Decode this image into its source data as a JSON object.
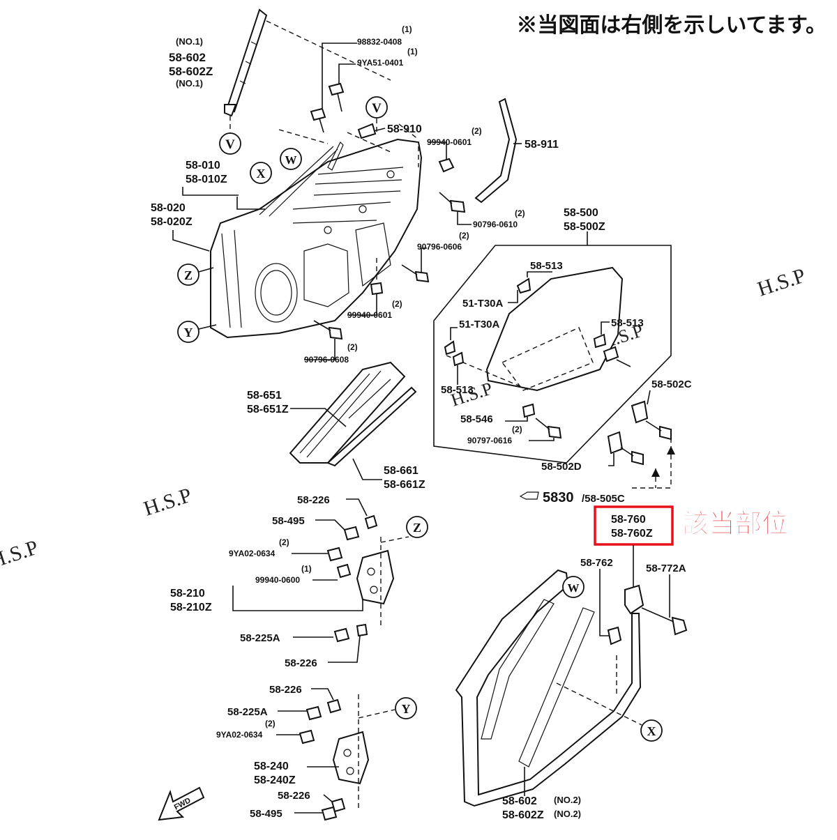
{
  "note": "※当図面は右側を示しいてます。",
  "highlight_label": "該当部位",
  "highlight_color": "#e8101a",
  "watermark": "H.S.P",
  "callout": {
    "code": "5830",
    "suffix": "/58-505C"
  },
  "circles": {
    "v": "V",
    "w": "W",
    "x": "X",
    "y": "Y",
    "z": "Z"
  },
  "parts": {
    "p_no1a": "(NO.1)",
    "p_58602": "58-602",
    "p_58602z": "58-602Z",
    "p_no1b": "(NO.1)",
    "p_98832": "98832-0408",
    "p_98832q": "(1)",
    "p_9ya51": "9YA51-0401",
    "p_9ya51q": "(1)",
    "p_58910": "58-910",
    "p_99940a": "99940-0601",
    "p_99940aq": "(2)",
    "p_58911": "58-911",
    "p_58010": "58-010",
    "p_58010z": "58-010Z",
    "p_58020": "58-020",
    "p_58020z": "58-020Z",
    "p_90796a": "90796-0610",
    "p_90796aq": "(2)",
    "p_90796b": "90796-0606",
    "p_90796bq": "(2)",
    "p_99940b": "99940-0601",
    "p_99940bq": "(2)",
    "p_90796c": "90796-0608",
    "p_90796cq": "(2)",
    "p_58500": "58-500",
    "p_58500z": "58-500Z",
    "p_58513a": "58-513",
    "p_51t30a1": "51-T30A",
    "p_51t30a2": "51-T30A",
    "p_58513b": "58-513",
    "p_58513c": "58-513",
    "p_58546": "58-546",
    "p_90797": "90797-0616",
    "p_90797q": "(2)",
    "p_58502c": "58-502C",
    "p_58502d": "58-502D",
    "p_58651": "58-651",
    "p_58651z": "58-651Z",
    "p_58661": "58-661",
    "p_58661z": "58-661Z",
    "p_58226a": "58-226",
    "p_58495a": "58-495",
    "p_9ya02a": "9YA02-0634",
    "p_9ya02aq": "(2)",
    "p_99940c": "99940-0600",
    "p_99940cq": "(1)",
    "p_58210": "58-210",
    "p_58210z": "58-210Z",
    "p_58225a1": "58-225A",
    "p_58226b": "58-226",
    "p_58226c": "58-226",
    "p_58225a2": "58-225A",
    "p_9ya02b": "9YA02-0634",
    "p_9ya02bq": "(2)",
    "p_58240": "58-240",
    "p_58240z": "58-240Z",
    "p_58226d": "58-226",
    "p_58495b": "58-495",
    "p_58760": "58-760",
    "p_58760z": "58-760Z",
    "p_58762": "58-762",
    "p_58772a": "58-772A",
    "p_58602b": "58-602",
    "p_58602bz": "58-602Z",
    "p_no2a": "(NO.2)",
    "p_no2b": "(NO.2)",
    "fwd": "FWD"
  }
}
